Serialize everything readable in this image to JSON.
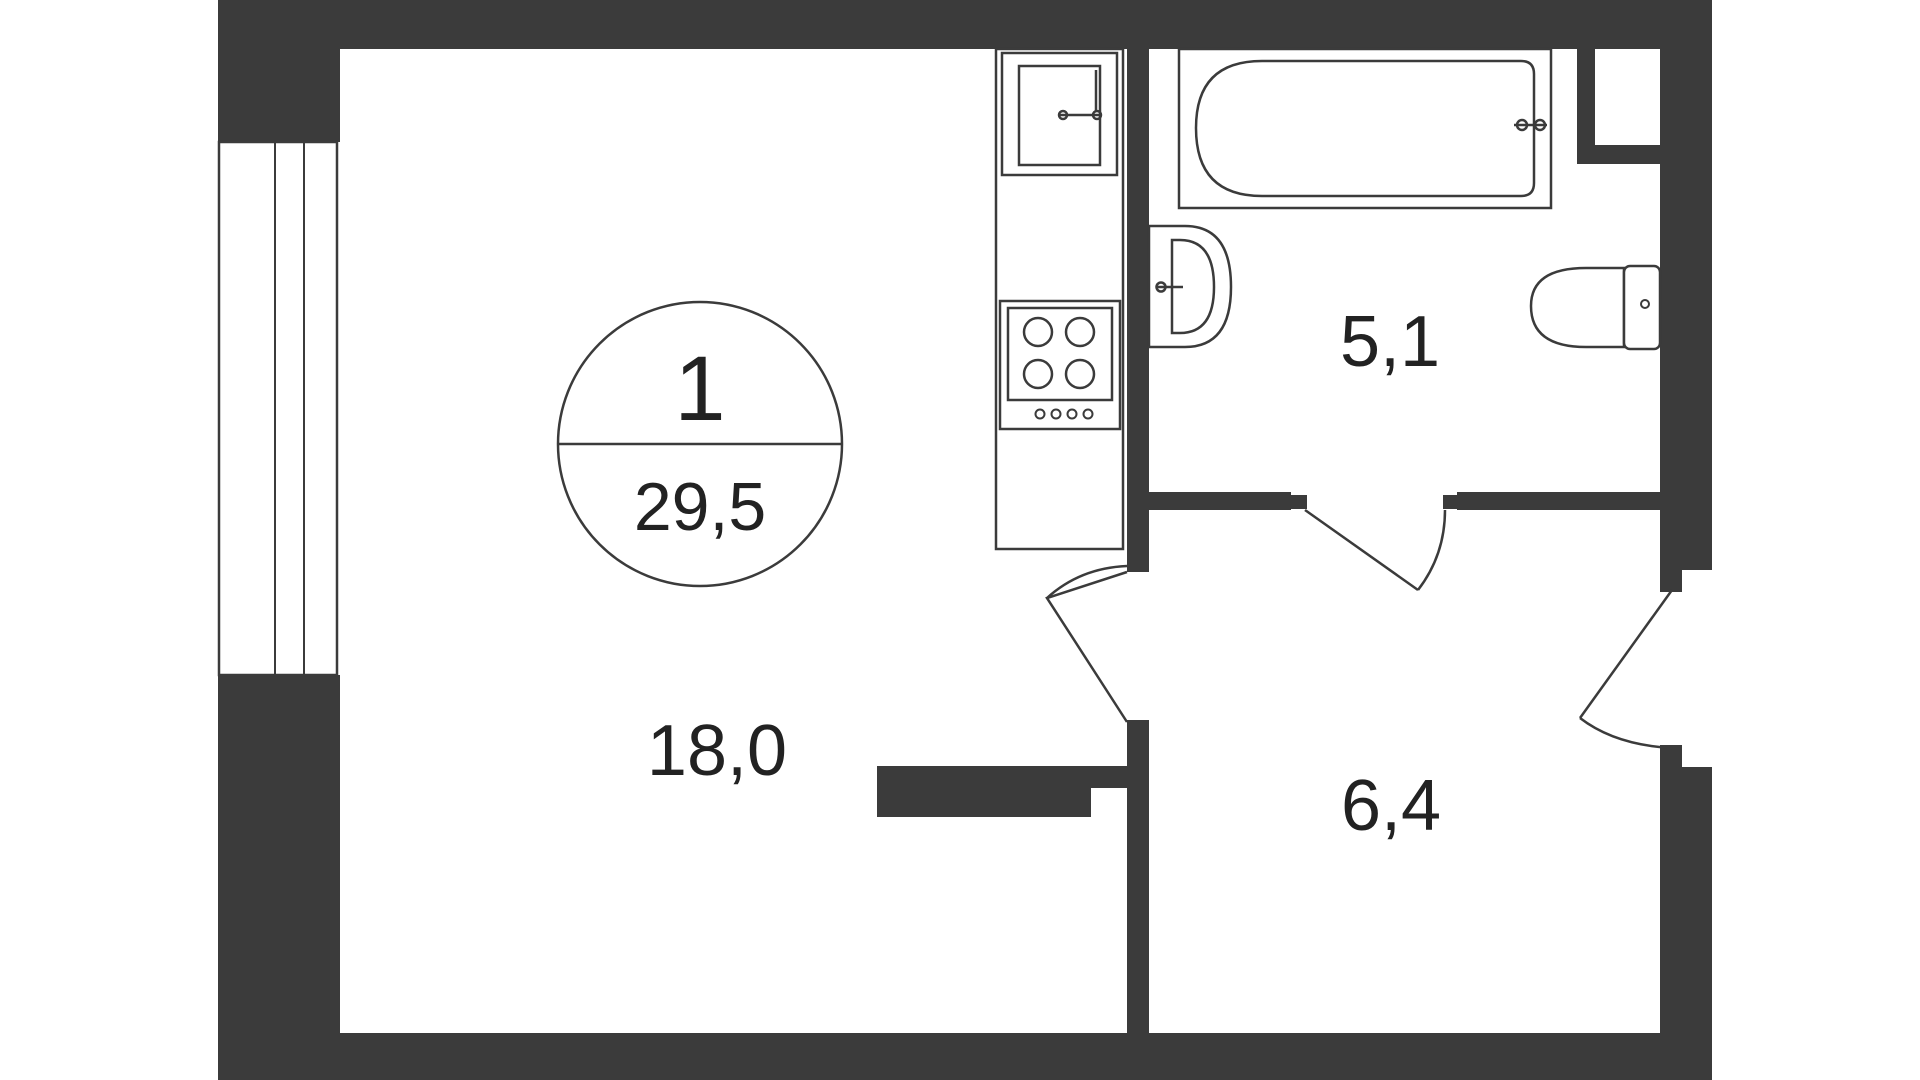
{
  "apartment": {
    "rooms_count": "1",
    "total_area": "29,5"
  },
  "rooms": {
    "living_room_area": "18,0",
    "bathroom_area": "5,1",
    "hallway_area": "6,4"
  },
  "colors": {
    "wall": "#3b3b3b",
    "background": "#ffffff",
    "text": "#222222"
  }
}
